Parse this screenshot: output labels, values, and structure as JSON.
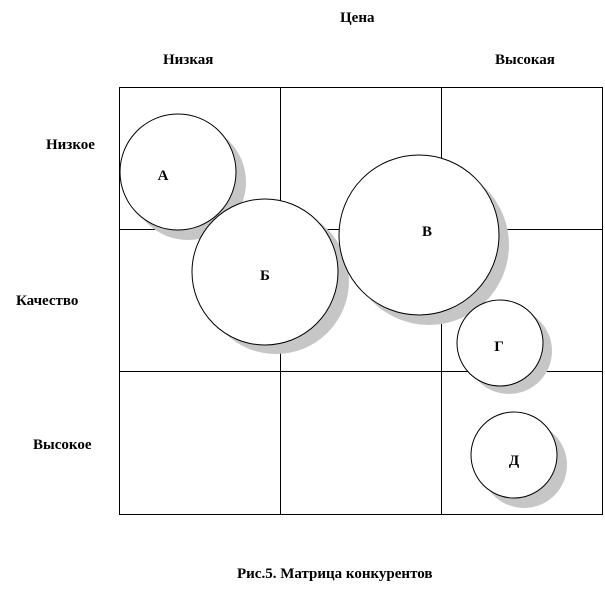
{
  "axes": {
    "x_title": "Цена",
    "x_low": "Низкая",
    "x_high": "Высокая",
    "y_title": "Качество",
    "y_low": "Низкое",
    "y_high": "Высокое"
  },
  "competitors": [
    {
      "id": "a",
      "label": "А"
    },
    {
      "id": "b",
      "label": "Б"
    },
    {
      "id": "v",
      "label": "В"
    },
    {
      "id": "g",
      "label": "Г"
    },
    {
      "id": "d",
      "label": "Д"
    }
  ],
  "caption": "Рис.5. Матрица конкурентов",
  "colors": {
    "shadow": "#c6c6c6",
    "line": "#000000",
    "fill": "#ffffff"
  }
}
